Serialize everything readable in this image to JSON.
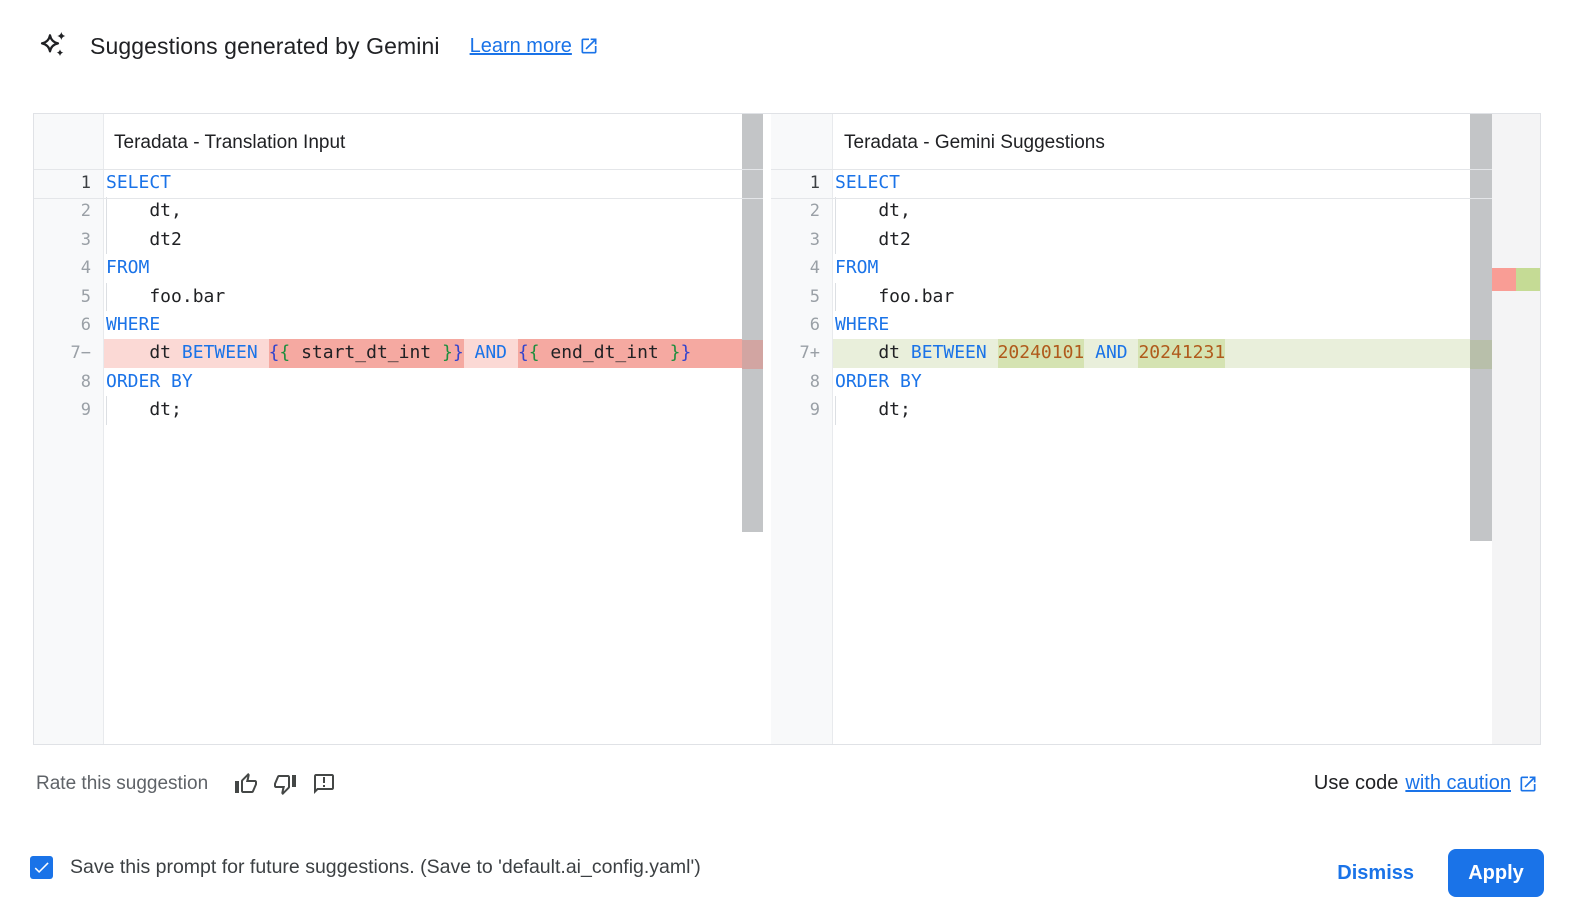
{
  "header": {
    "title": "Suggestions generated by Gemini",
    "learn_more_label": "Learn more"
  },
  "panels": [
    {
      "title": "Teradata - Translation Input",
      "lines": [
        {
          "num": "1",
          "current": true,
          "segs": [
            {
              "tokens": [
                [
                  "kw",
                  "SELECT"
                ]
              ]
            }
          ]
        },
        {
          "num": "2",
          "indent": true,
          "segs": [
            {
              "tokens": [
                [
                  "id",
                  "    dt,"
                ]
              ]
            }
          ]
        },
        {
          "num": "3",
          "indent": true,
          "segs": [
            {
              "tokens": [
                [
                  "id",
                  "    dt2"
                ]
              ]
            }
          ]
        },
        {
          "num": "4",
          "segs": [
            {
              "tokens": [
                [
                  "kw",
                  "FROM"
                ]
              ]
            }
          ]
        },
        {
          "num": "5",
          "indent": true,
          "segs": [
            {
              "tokens": [
                [
                  "id",
                  "    foo.bar"
                ]
              ]
            }
          ]
        },
        {
          "num": "6",
          "segs": [
            {
              "tokens": [
                [
                  "kw",
                  "WHERE"
                ]
              ]
            }
          ]
        },
        {
          "num": "7−",
          "diff": "removed",
          "segs": [
            {
              "tokens": [
                [
                  "id",
                  "    dt "
                ],
                [
                  "kw",
                  "BETWEEN"
                ],
                [
                  "id",
                  " "
                ]
              ]
            },
            {
              "emph": true,
              "tokens": [
                [
                  "b1",
                  "{"
                ],
                [
                  "b2",
                  "{"
                ],
                [
                  "id",
                  " start_dt_int "
                ],
                [
                  "b2",
                  "}"
                ],
                [
                  "b1",
                  "}"
                ]
              ]
            },
            {
              "tokens": [
                [
                  "id",
                  " "
                ],
                [
                  "kw",
                  "AND"
                ],
                [
                  "id",
                  " "
                ]
              ]
            },
            {
              "emph": true,
              "grow": true,
              "tokens": [
                [
                  "b1",
                  "{"
                ],
                [
                  "b2",
                  "{"
                ],
                [
                  "id",
                  " end_dt_int "
                ],
                [
                  "b2",
                  "}"
                ],
                [
                  "b1",
                  "}"
                ]
              ]
            }
          ]
        },
        {
          "num": "8",
          "segs": [
            {
              "tokens": [
                [
                  "kw",
                  "ORDER BY"
                ]
              ]
            }
          ]
        },
        {
          "num": "9",
          "indent": true,
          "segs": [
            {
              "tokens": [
                [
                  "id",
                  "    dt;"
                ]
              ]
            }
          ]
        }
      ]
    },
    {
      "title": "Teradata - Gemini Suggestions",
      "lines": [
        {
          "num": "1",
          "current": true,
          "segs": [
            {
              "tokens": [
                [
                  "kw",
                  "SELECT"
                ]
              ]
            }
          ]
        },
        {
          "num": "2",
          "indent": true,
          "segs": [
            {
              "tokens": [
                [
                  "id",
                  "    dt,"
                ]
              ]
            }
          ]
        },
        {
          "num": "3",
          "indent": true,
          "segs": [
            {
              "tokens": [
                [
                  "id",
                  "    dt2"
                ]
              ]
            }
          ]
        },
        {
          "num": "4",
          "segs": [
            {
              "tokens": [
                [
                  "kw",
                  "FROM"
                ]
              ]
            }
          ]
        },
        {
          "num": "5",
          "indent": true,
          "segs": [
            {
              "tokens": [
                [
                  "id",
                  "    foo.bar"
                ]
              ]
            }
          ]
        },
        {
          "num": "6",
          "segs": [
            {
              "tokens": [
                [
                  "kw",
                  "WHERE"
                ]
              ]
            }
          ]
        },
        {
          "num": "7+",
          "diff": "added",
          "segs": [
            {
              "tokens": [
                [
                  "id",
                  "    dt "
                ],
                [
                  "kw",
                  "BETWEEN"
                ],
                [
                  "id",
                  " "
                ]
              ]
            },
            {
              "emph": true,
              "tokens": [
                [
                  "num",
                  "20240101"
                ]
              ]
            },
            {
              "tokens": [
                [
                  "id",
                  " "
                ],
                [
                  "kw",
                  "AND"
                ],
                [
                  "id",
                  " "
                ]
              ]
            },
            {
              "emph": true,
              "tokens": [
                [
                  "num",
                  "20241231"
                ]
              ]
            }
          ]
        },
        {
          "num": "8",
          "segs": [
            {
              "tokens": [
                [
                  "kw",
                  "ORDER BY"
                ]
              ]
            }
          ]
        },
        {
          "num": "9",
          "indent": true,
          "segs": [
            {
              "tokens": [
                [
                  "id",
                  "    dt;"
                ]
              ]
            }
          ]
        }
      ]
    }
  ],
  "footer": {
    "rate_label": "Rate this suggestion",
    "use_code_prefix": "Use code",
    "use_code_link": "with caution"
  },
  "bottom_bar": {
    "checkbox_checked": true,
    "checkbox_label": "Save this prompt for future suggestions. (Save to 'default.ai_config.yaml')",
    "dismiss_label": "Dismiss",
    "apply_label": "Apply"
  },
  "colors": {
    "accent_blue": "#1a73e8",
    "keyword": "#1a73e8",
    "identifier": "#202124",
    "number_literal": "#b05a1b",
    "bracket_outer": "#3344cc",
    "bracket_inner": "#1e8e3e",
    "removed_line_bg": "#fbd9d5",
    "removed_word_bg": "#f5a9a1",
    "added_line_bg": "#e9efdb",
    "added_word_bg": "#d5e3b2",
    "ruler_removed": "#f99d95",
    "ruler_added": "#c5db95",
    "gutter_bg": "#f8f9fa"
  }
}
